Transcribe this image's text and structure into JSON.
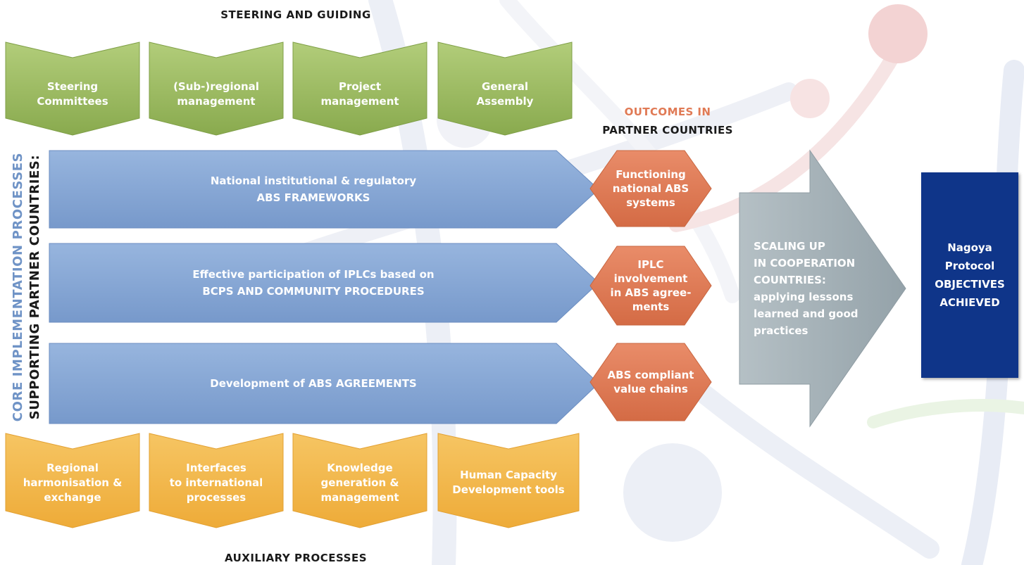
{
  "headings": {
    "top": "STEERING AND GUIDING",
    "bottom": "AUXILIARY PROCESSES",
    "outcomes_line1": "OUTCOMES IN",
    "outcomes_line2": "PARTNER COUNTRIES"
  },
  "side_label": {
    "line1": "CORE IMPLEMENTATION PROCESSES",
    "line2": "SUPPORTING PARTNER COUNTRIES:"
  },
  "steering": [
    "Steering\nCommittees",
    "(Sub-)regional\nmanagement",
    "Project\nmanagement",
    "General\nAssembly"
  ],
  "core_processes": [
    "National institutional & regulatory\nABS FRAMEWORKS",
    "Effective participation of IPLCs based on\nBCPS AND COMMUNITY PROCEDURES",
    "Development of ABS AGREEMENTS"
  ],
  "outcomes": [
    "Functioning\nnational ABS\nsystems",
    "IPLC\ninvolvement\nin ABS agree-\nments",
    "ABS compliant\nvalue chains"
  ],
  "scaling_up": "SCALING UP\nIN COOPERATION\nCOUNTRIES:\napplying lessons\nlearned and good\npractices",
  "goal": "Nagoya\nProtocol\nOBJECTIVES\nACHIEVED",
  "auxiliary": [
    "Regional\nharmonisation &\nexchange",
    "Interfaces\nto international\nprocesses",
    "Knowledge\ngeneration &\nmanagement",
    "Human Capacity\nDevelopment tools"
  ],
  "colors": {
    "steering_green": "#9ab960",
    "core_blue": "#86a7d5",
    "outcome_orange": "#e07a55",
    "scaling_gray": "#a3b0b6",
    "goal_navy": "#0f3589",
    "auxiliary_yellow": "#f2b64a",
    "side_label_blue": "#6f93c6"
  }
}
